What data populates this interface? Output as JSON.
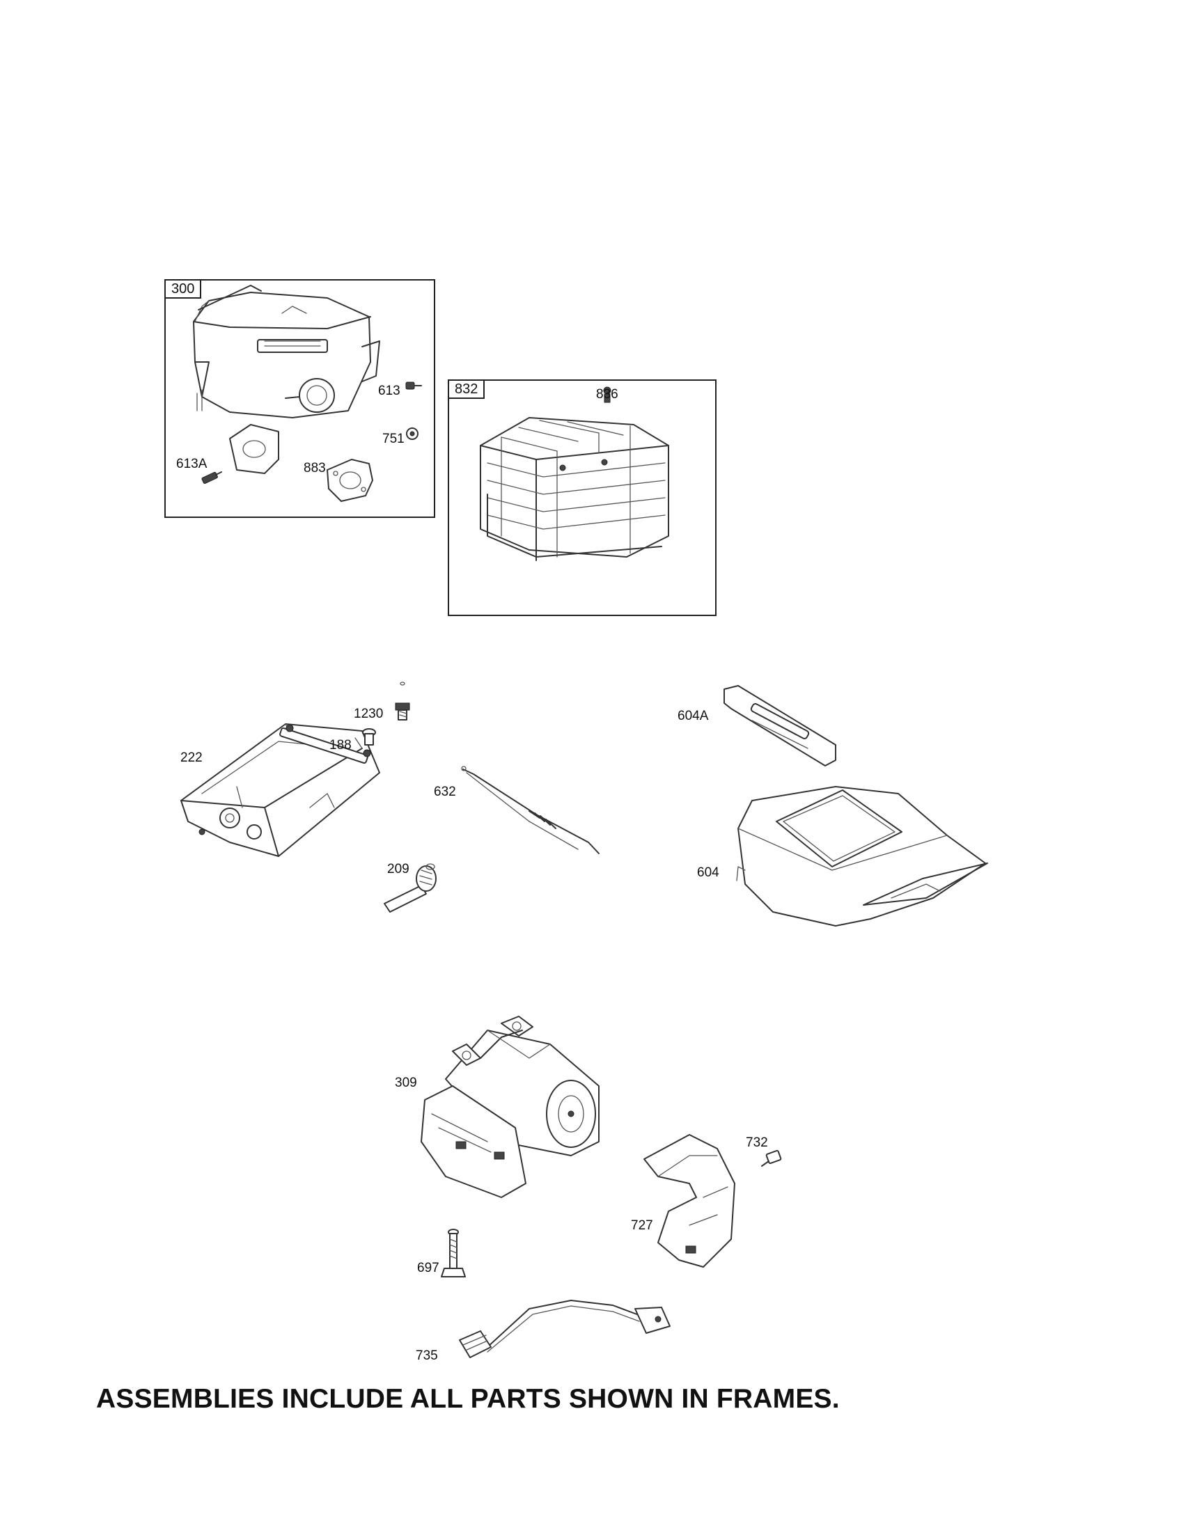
{
  "frames": {
    "muffler_assembly": "300",
    "muffler_guard_assembly": "832"
  },
  "callouts": {
    "p613": "613",
    "p751": "751",
    "p613A": "613A",
    "p883": "883",
    "p836": "836",
    "p1230": "1230",
    "p188": "188",
    "p222": "222",
    "p632": "632",
    "p209": "209",
    "p604A": "604A",
    "p604": "604",
    "p309": "309",
    "p732": "732",
    "p727": "727",
    "p697": "697",
    "p735": "735"
  },
  "footer": {
    "note": "ASSEMBLIES INCLUDE ALL PARTS SHOWN IN FRAMES."
  }
}
